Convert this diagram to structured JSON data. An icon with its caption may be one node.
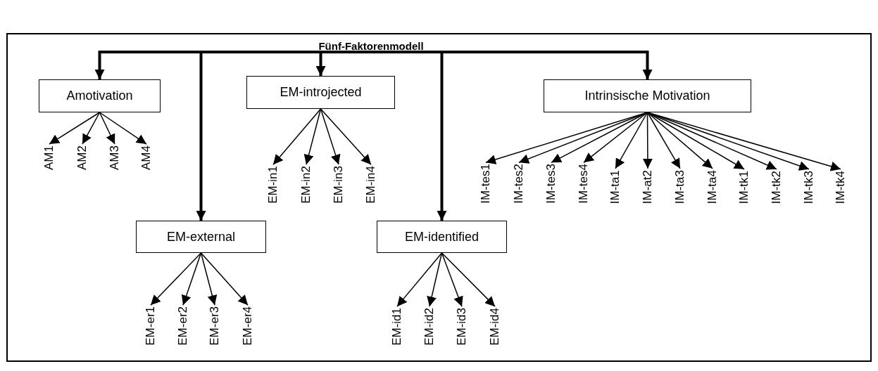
{
  "diagram": {
    "nodes": [
      {
        "text": [
          "Fünf-Faktorenmodell"
        ]
      },
      {
        "text": [
          "Amotivation"
        ]
      },
      {
        "text": [
          "AM1"
        ]
      },
      {
        "text": [
          "AM2"
        ]
      },
      {
        "text": [
          "AM3"
        ]
      },
      {
        "text": [
          "AM4"
        ]
      },
      {
        "text": [
          "EM-external"
        ]
      },
      {
        "text": [
          "EM-er1"
        ]
      },
      {
        "text": [
          "EM-er2"
        ]
      },
      {
        "text": [
          "EM-er3"
        ]
      },
      {
        "text": [
          "EM-er4"
        ]
      },
      {
        "text": [
          "EM-introjected"
        ]
      },
      {
        "text": [
          "EM-in1"
        ]
      },
      {
        "text": [
          "EM-in2"
        ]
      },
      {
        "text": [
          "EM-in3"
        ]
      },
      {
        "text": [
          "EM-in4"
        ]
      },
      {
        "text": [
          "EM-identified"
        ]
      },
      {
        "text": [
          "EM-id1"
        ]
      },
      {
        "text": [
          "EM-id2"
        ]
      },
      {
        "text": [
          "EM-id3"
        ]
      },
      {
        "text": [
          "EM-id4"
        ]
      },
      {
        "text": [
          "Intrinsische Motivation"
        ]
      },
      {
        "text": [
          "IM-tes1"
        ]
      },
      {
        "text": [
          "IM-tes2"
        ]
      },
      {
        "text": [
          "IM-tes3"
        ]
      },
      {
        "text": [
          "IM-tes4"
        ]
      },
      {
        "text": [
          "IM-ta1"
        ]
      },
      {
        "text": [
          "IM-at2"
        ]
      },
      {
        "text": [
          "IM-ta3"
        ]
      },
      {
        "text": [
          "IM-ta4"
        ]
      },
      {
        "text": [
          "IM-tk1"
        ]
      },
      {
        "text": [
          "IM-tk2"
        ]
      },
      {
        "text": [
          "IM-tk3"
        ]
      },
      {
        "text": [
          "IM-tk4"
        ]
      }
    ],
    "edges": [
      {
        "from": 0,
        "to": 1,
        "arrow": "to",
        "style": "thick"
      },
      {
        "from": 0,
        "to": 6,
        "arrow": "to",
        "style": "thick"
      },
      {
        "from": 0,
        "to": 11,
        "arrow": "to",
        "style": "thick"
      },
      {
        "from": 0,
        "to": 16,
        "arrow": "to",
        "style": "thick"
      },
      {
        "from": 0,
        "to": 21,
        "arrow": "to",
        "style": "thick"
      },
      {
        "from": 1,
        "to": 2,
        "arrow": "to"
      },
      {
        "from": 1,
        "to": 3,
        "arrow": "to"
      },
      {
        "from": 1,
        "to": 4,
        "arrow": "to"
      },
      {
        "from": 1,
        "to": 5,
        "arrow": "to"
      },
      {
        "from": 6,
        "to": 7,
        "arrow": "to"
      },
      {
        "from": 6,
        "to": 8,
        "arrow": "to"
      },
      {
        "from": 6,
        "to": 9,
        "arrow": "to"
      },
      {
        "from": 6,
        "to": 10,
        "arrow": "to"
      },
      {
        "from": 11,
        "to": 12,
        "arrow": "to"
      },
      {
        "from": 11,
        "to": 13,
        "arrow": "to"
      },
      {
        "from": 11,
        "to": 14,
        "arrow": "to"
      },
      {
        "from": 11,
        "to": 15,
        "arrow": "to"
      },
      {
        "from": 16,
        "to": 17,
        "arrow": "to"
      },
      {
        "from": 16,
        "to": 18,
        "arrow": "to"
      },
      {
        "from": 16,
        "to": 19,
        "arrow": "to"
      },
      {
        "from": 16,
        "to": 20,
        "arrow": "to"
      },
      {
        "from": 21,
        "to": 22,
        "arrow": "to"
      },
      {
        "from": 21,
        "to": 23,
        "arrow": "to"
      },
      {
        "from": 21,
        "to": 24,
        "arrow": "to"
      },
      {
        "from": 21,
        "to": 25,
        "arrow": "to"
      },
      {
        "from": 21,
        "to": 26,
        "arrow": "to"
      },
      {
        "from": 21,
        "to": 27,
        "arrow": "to"
      },
      {
        "from": 21,
        "to": 28,
        "arrow": "to"
      },
      {
        "from": 21,
        "to": 29,
        "arrow": "to"
      },
      {
        "from": 21,
        "to": 30,
        "arrow": "to"
      },
      {
        "from": 21,
        "to": 31,
        "arrow": "to"
      },
      {
        "from": 21,
        "to": 32,
        "arrow": "to"
      },
      {
        "from": 21,
        "to": 33,
        "arrow": "to"
      }
    ]
  }
}
